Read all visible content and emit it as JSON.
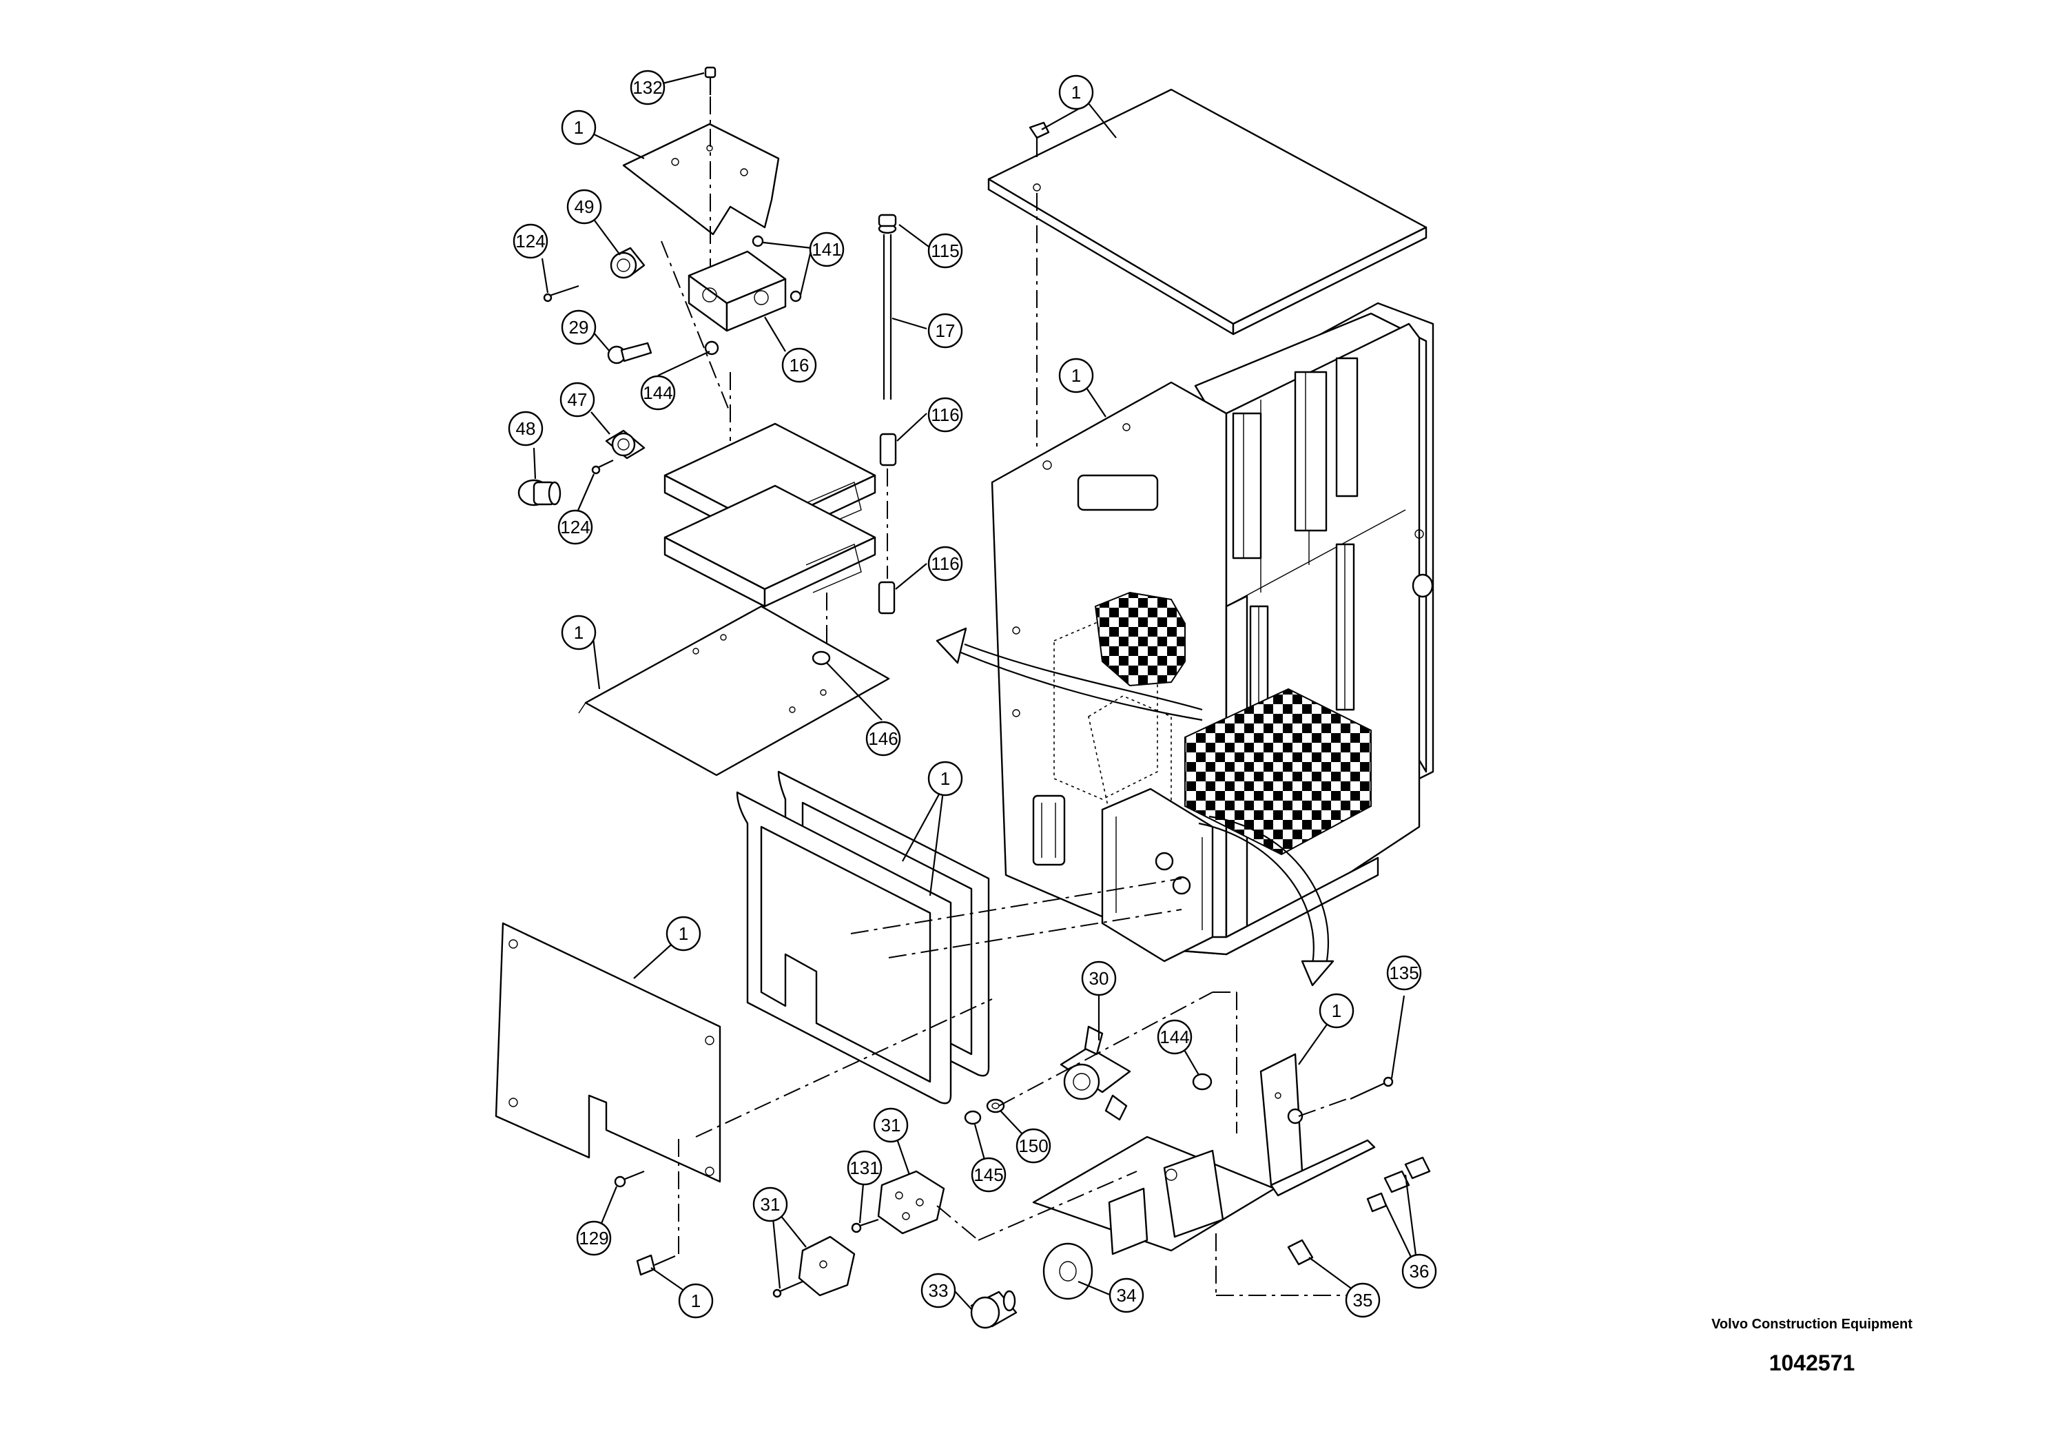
{
  "callouts": [
    {
      "id": "c-132",
      "label": "132"
    },
    {
      "id": "c-1-topplate",
      "label": "1"
    },
    {
      "id": "c-1-cover",
      "label": "1"
    },
    {
      "id": "c-49",
      "label": "49"
    },
    {
      "id": "c-124a",
      "label": "124"
    },
    {
      "id": "c-141",
      "label": "141"
    },
    {
      "id": "c-115",
      "label": "115"
    },
    {
      "id": "c-29",
      "label": "29"
    },
    {
      "id": "c-17",
      "label": "17"
    },
    {
      "id": "c-16",
      "label": "16"
    },
    {
      "id": "c-144a",
      "label": "144"
    },
    {
      "id": "c-1-box",
      "label": "1"
    },
    {
      "id": "c-47",
      "label": "47"
    },
    {
      "id": "c-116a",
      "label": "116"
    },
    {
      "id": "c-48",
      "label": "48"
    },
    {
      "id": "c-124b",
      "label": "124"
    },
    {
      "id": "c-116b",
      "label": "116"
    },
    {
      "id": "c-1-midplate",
      "label": "1"
    },
    {
      "id": "c-146",
      "label": "146"
    },
    {
      "id": "c-1-gaskets",
      "label": "1"
    },
    {
      "id": "c-1-door",
      "label": "1"
    },
    {
      "id": "c-30",
      "label": "30"
    },
    {
      "id": "c-1-bracket",
      "label": "1"
    },
    {
      "id": "c-135",
      "label": "135"
    },
    {
      "id": "c-144b",
      "label": "144"
    },
    {
      "id": "c-150",
      "label": "150"
    },
    {
      "id": "c-145",
      "label": "145"
    },
    {
      "id": "c-31a",
      "label": "31"
    },
    {
      "id": "c-131",
      "label": "131"
    },
    {
      "id": "c-31b",
      "label": "31"
    },
    {
      "id": "c-129",
      "label": "129"
    },
    {
      "id": "c-1-bolt",
      "label": "1"
    },
    {
      "id": "c-33",
      "label": "33"
    },
    {
      "id": "c-34",
      "label": "34"
    },
    {
      "id": "c-35",
      "label": "35"
    },
    {
      "id": "c-36",
      "label": "36"
    }
  ],
  "caption": {
    "company": "Volvo Construction Equipment",
    "figure_number": "1042571"
  }
}
